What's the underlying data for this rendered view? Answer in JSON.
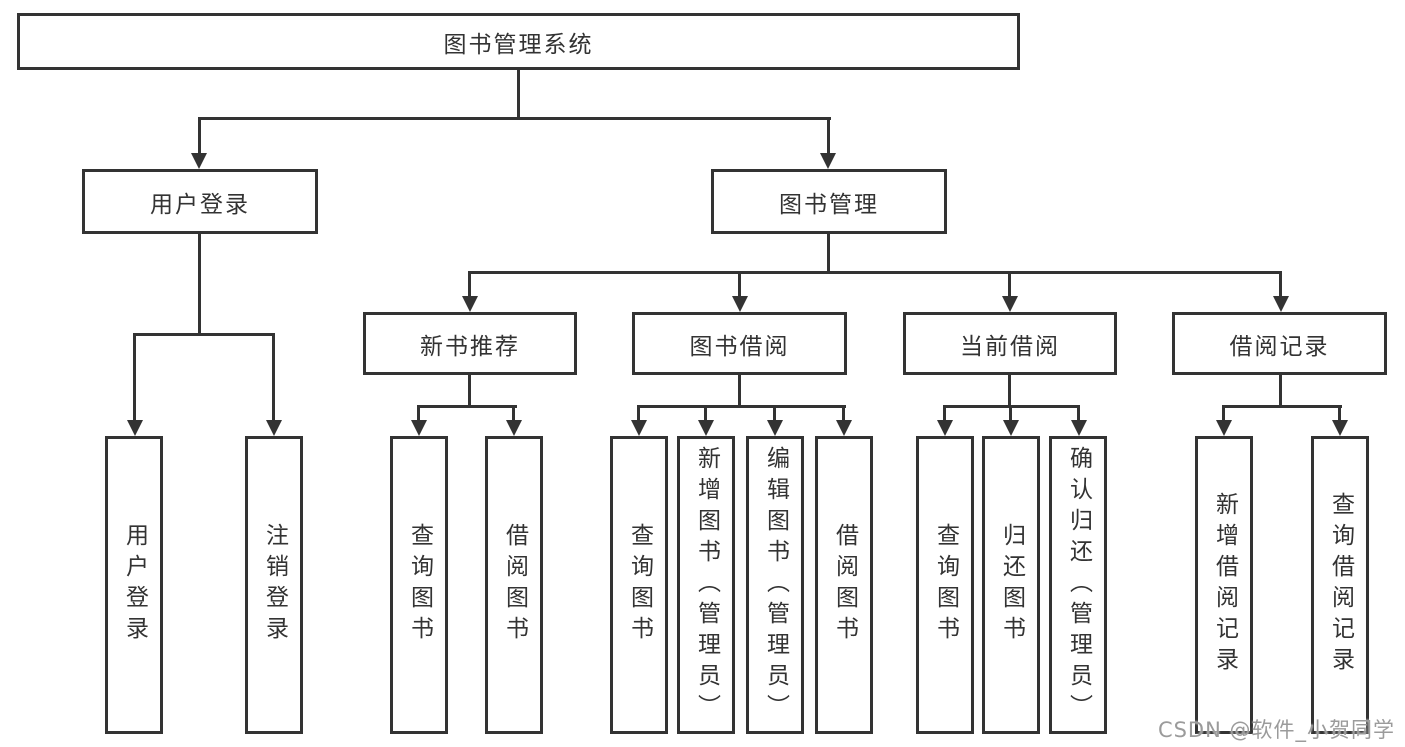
{
  "diagram": {
    "root": {
      "label": "图书管理系统"
    },
    "user_login": {
      "label": "用户登录",
      "children": [
        {
          "label": "用户登录"
        },
        {
          "label": "注销登录"
        }
      ]
    },
    "book_management": {
      "label": "图书管理",
      "sections": [
        {
          "label": "新书推荐",
          "children": [
            {
              "label": "查询图书"
            },
            {
              "label": "借阅图书"
            }
          ]
        },
        {
          "label": "图书借阅",
          "children": [
            {
              "label": "查询图书"
            },
            {
              "label": "新增图书（管理员）"
            },
            {
              "label": "编辑图书（管理员）"
            },
            {
              "label": "借阅图书"
            }
          ]
        },
        {
          "label": "当前借阅",
          "children": [
            {
              "label": "查询图书"
            },
            {
              "label": "归还图书"
            },
            {
              "label": "确认归还（管理员）"
            }
          ]
        },
        {
          "label": "借阅记录",
          "children": [
            {
              "label": "新增借阅记录"
            },
            {
              "label": "查询借阅记录"
            }
          ]
        }
      ]
    }
  },
  "watermark": {
    "text": "CSDN @软件_小贺同学"
  },
  "colors": {
    "line": "#333333",
    "box_border": "#333333",
    "text": "#333333",
    "watermark": "#9b9b9b",
    "background": "#ffffff"
  }
}
